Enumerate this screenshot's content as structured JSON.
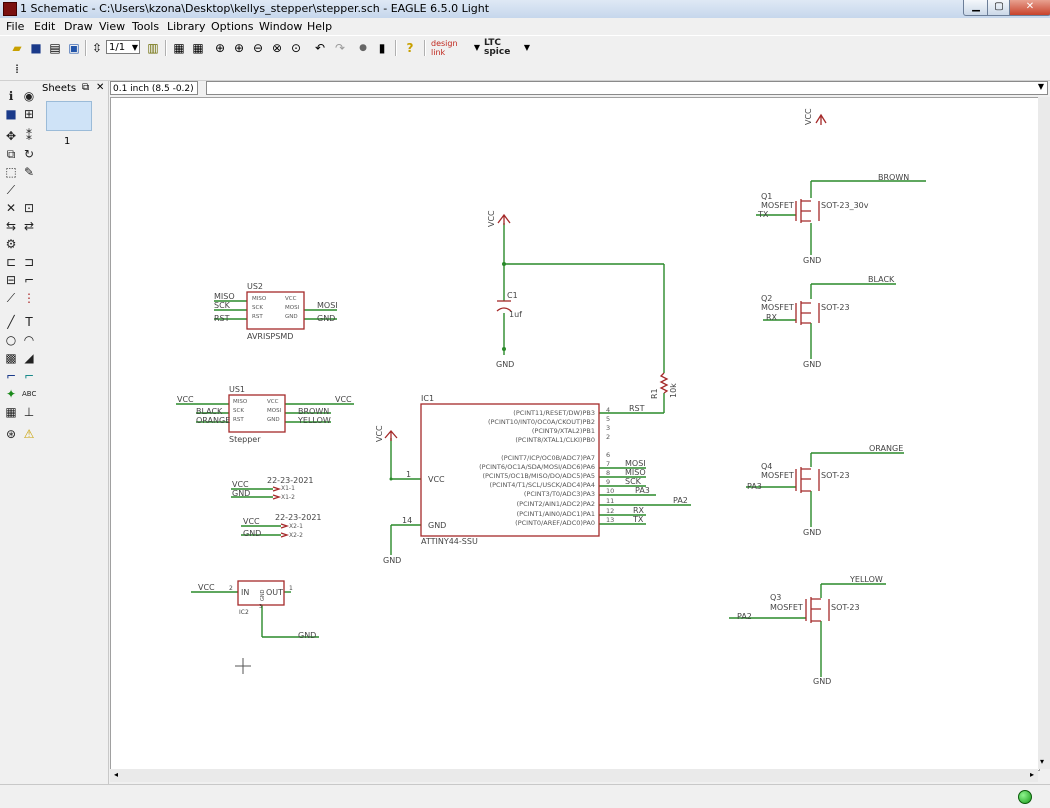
{
  "window": {
    "title": "1 Schematic - C:\\Users\\kzona\\Desktop\\kellys_stepper\\stepper.sch - EAGLE 6.5.0 Light"
  },
  "menu": [
    "File",
    "Edit",
    "Draw",
    "View",
    "Tools",
    "Library",
    "Options",
    "Window",
    "Help"
  ],
  "toolbar": {
    "zoom_select": "1/1",
    "design_link_label": "design link",
    "ltspice_label": "LTC spice"
  },
  "sheets_panel": {
    "title": "Sheets",
    "sheet_number": "1"
  },
  "coord_readout": "0.1 inch (8.5 -0.2)",
  "schematic": {
    "labels": {
      "vcc": "VCC",
      "gnd": "GND",
      "c1": "C1",
      "c1_value": "1uf",
      "r1": "R1",
      "r1_value": "10k",
      "rst": "RST",
      "ic1": "IC1",
      "ic1_type": "ATTINY44-SSU",
      "ic1_pins_left": [
        {
          "name": "(PCINT11/RESET/DW)PB3",
          "num": "4"
        },
        {
          "name": "(PCINT10/INT0/OC0A/CKOUT)PB2",
          "num": "5"
        },
        {
          "name": "(PCINT9/XTAL2)PB1",
          "num": "3"
        },
        {
          "name": "(PCINT8/XTAL1/CLKI)PB0",
          "num": "2"
        },
        {
          "name": "(PCINT7/ICP/OC0B/ADC7)PA7",
          "num": "6"
        },
        {
          "name": "(PCINT6/OC1A/SDA/MOSI/ADC6)PA6",
          "num": "7"
        },
        {
          "name": "(PCINT5/OC1B/MISO/DO/ADC5)PA5",
          "num": "8"
        },
        {
          "name": "(PCINT4/T1/SCL/USCK/ADC4)PA4",
          "num": "9"
        },
        {
          "name": "(PCINT3/T0/ADC3)PA3",
          "num": "10"
        },
        {
          "name": "(PCINT2/AIN1/ADC2)PA2",
          "num": "11"
        },
        {
          "name": "(PCINT1/AIN0/ADC1)PA1",
          "num": "12"
        },
        {
          "name": "(PCINT0/AREF/ADC0)PA0",
          "num": "13"
        }
      ],
      "ic1_vcc_pin": "1",
      "ic1_gnd_pin": "14",
      "ic1_vcc": "VCC",
      "ic1_gnd": "GND",
      "net_mosi": "MOSI",
      "net_miso": "MISO",
      "net_sck": "SCK",
      "net_pa3": "PA3",
      "net_pa2": "PA2",
      "net_rx": "RX",
      "net_tx": "TX",
      "us2": "US2",
      "us2_type": "AVRISPSMD",
      "us2_left": [
        "MISO",
        "SCK",
        "RST"
      ],
      "us2_right": [
        "MOSI",
        "GND"
      ],
      "us2_pins_l": [
        "MISO",
        "SCK",
        "RST"
      ],
      "us2_pins_r": [
        "VCC",
        "MOSI",
        "GND"
      ],
      "us1": "US1",
      "us1_type": "Stepper",
      "us1_left": [
        "BLACK",
        "ORANGE"
      ],
      "us1_right": [
        "BROWN",
        "YELLOW"
      ],
      "us1_pins_l": [
        "MISO",
        "SCK",
        "RST"
      ],
      "us1_pins_r": [
        "VCC",
        "MOSI",
        "GND"
      ],
      "x1_part": "22-23-2021",
      "x1_pins": [
        "X1-1",
        "X1-2"
      ],
      "x2_part": "22-23-2021",
      "x2_pins": [
        "X2-1",
        "X2-2"
      ],
      "ic2": "IC2",
      "ic2_in": "IN",
      "ic2_out": "OUT",
      "ic2_gndpin": "GND",
      "ic2_pin_in": "2",
      "ic2_pin_out": "1",
      "ic2_pin_gnd": "3",
      "q1": "Q1",
      "q1_type": "MOSFET",
      "q1_pkg": "SOT-23_30v",
      "q1_net": "BROWN",
      "q1_gate": "TX",
      "q2": "Q2",
      "q2_type": "MOSFET",
      "q2_pkg": "SOT-23",
      "q2_net": "BLACK",
      "q2_gate": "RX",
      "q4": "Q4",
      "q4_type": "MOSFET",
      "q4_pkg": "SOT-23",
      "q4_net": "ORANGE",
      "q4_gate": "PA3",
      "q3": "Q3",
      "q3_type": "MOSFET",
      "q3_pkg": "SOT-23",
      "q3_net": "YELLOW",
      "q3_gate": "PA2"
    }
  },
  "colors": {
    "wire": "#008000",
    "symbol": "#a52a2a",
    "text": "#404040",
    "led": "#22aa22"
  }
}
